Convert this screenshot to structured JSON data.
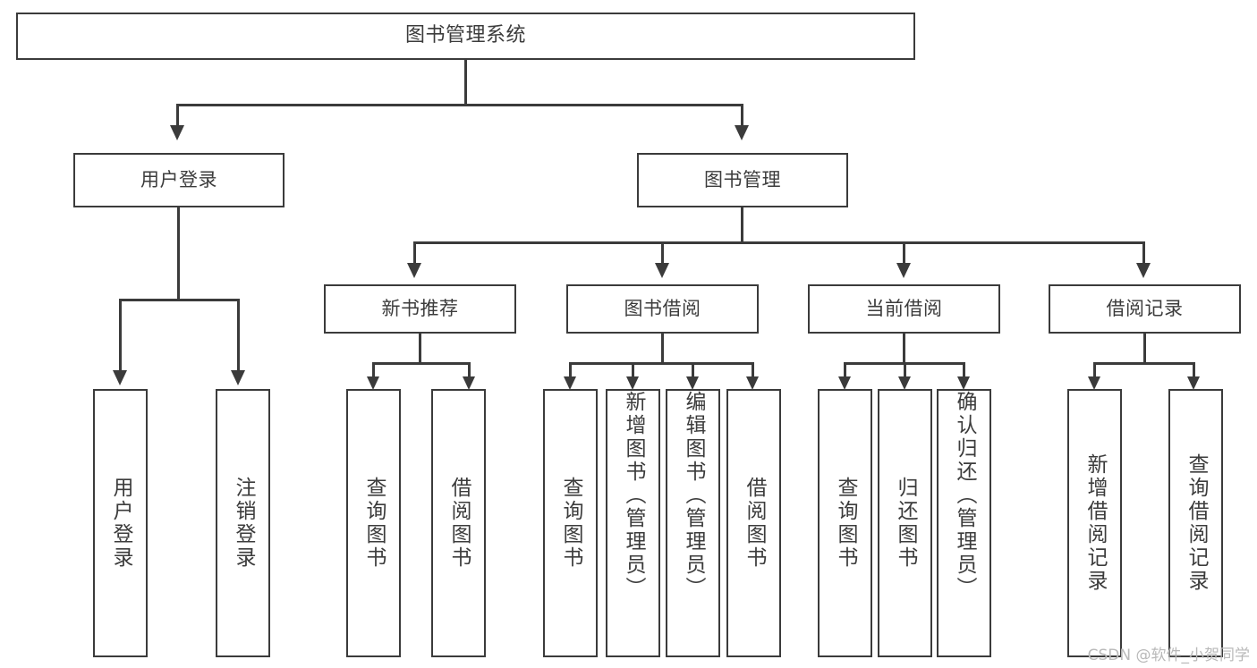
{
  "diagram": {
    "type": "tree",
    "title": "图书管理系统",
    "watermark": "CSDN @软件_小贺同学",
    "colors": {
      "border": "#3b3b3b",
      "text": "#3c3c3c",
      "background": "#ffffff",
      "watermark": "#b9b9b9"
    },
    "nodes": {
      "root": {
        "label": "图书管理系统"
      },
      "level1": [
        {
          "id": "user-login",
          "label": "用户登录"
        },
        {
          "id": "book-manage",
          "label": "图书管理"
        }
      ],
      "level2": [
        {
          "id": "new-book-recommend",
          "label": "新书推荐"
        },
        {
          "id": "book-borrow",
          "label": "图书借阅"
        },
        {
          "id": "current-borrow",
          "label": "当前借阅"
        },
        {
          "id": "borrow-record",
          "label": "借阅记录"
        }
      ],
      "leaves": {
        "user_login": [
          {
            "id": "leaf-user-login",
            "label": "用户登录"
          },
          {
            "id": "leaf-logout-login",
            "label": "注销登录"
          }
        ],
        "new_book_recommend": [
          {
            "id": "leaf-query-book-1",
            "label": "查询图书"
          },
          {
            "id": "leaf-borrow-book-1",
            "label": "借阅图书"
          }
        ],
        "book_borrow": [
          {
            "id": "leaf-query-book-2",
            "label": "查询图书"
          },
          {
            "id": "leaf-add-book-admin",
            "label": "新增图书（管理员）"
          },
          {
            "id": "leaf-edit-book-admin",
            "label": "编辑图书（管理员）"
          },
          {
            "id": "leaf-borrow-book-2",
            "label": "借阅图书"
          }
        ],
        "current_borrow": [
          {
            "id": "leaf-query-book-3",
            "label": "查询图书"
          },
          {
            "id": "leaf-return-book",
            "label": "归还图书"
          },
          {
            "id": "leaf-confirm-return-admin",
            "label": "确认归还（管理员）"
          }
        ],
        "borrow_record": [
          {
            "id": "leaf-add-borrow-record",
            "label": "新增借阅记录"
          },
          {
            "id": "leaf-query-borrow-record",
            "label": "查询借阅记录"
          }
        ]
      }
    }
  }
}
